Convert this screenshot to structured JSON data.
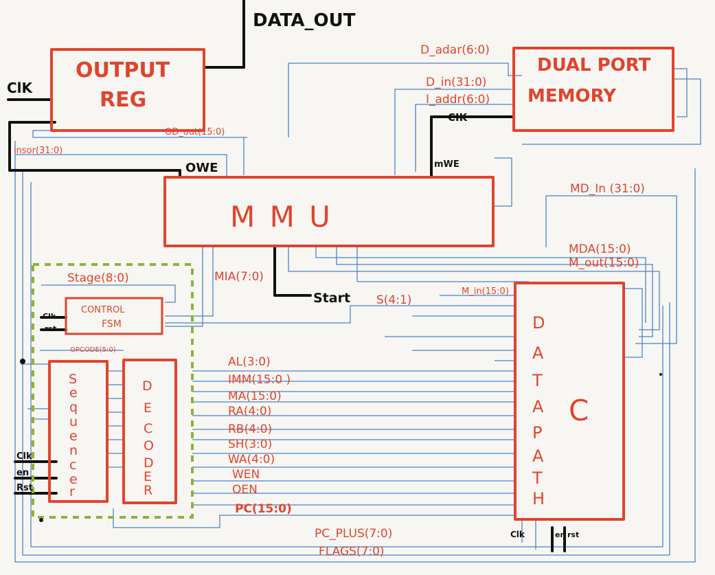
{
  "blocks": {
    "output_reg": [
      "OUTPUT",
      "REG"
    ],
    "dual_port_memory": [
      "DUAL PORT",
      "MEMORY"
    ],
    "mmu": "M M U",
    "control_fsm": [
      "CONTROL",
      "FSM"
    ],
    "sequencer": [
      "S",
      "e",
      "q",
      "u",
      "e",
      "n",
      "c",
      "e",
      "r"
    ],
    "decoder": [
      "D",
      "E",
      "C",
      "O",
      "D",
      "E",
      "R"
    ],
    "datapath": [
      "D",
      "A",
      "T",
      "A",
      "P",
      "A",
      "T",
      "H"
    ],
    "datapath_c": "C"
  },
  "signals": {
    "data_out": "DATA_OUT",
    "clk_out": "ClK",
    "od_out": "OD_out(15:0)",
    "instr": "insor(31:0)",
    "owe": "OWE",
    "d_addr": "D_adar(6:0)",
    "d_in": "D_in(31:0)",
    "i_addr": "I_addr(6:0)",
    "clk_mem": "CIK",
    "mwe": "mWE",
    "md_in": "MD_In (31:0)",
    "mda": "MDA(15:0)",
    "m_out": "M_out(15:0)",
    "m_in": "M_in(15:0)",
    "mia": "MIA(7:0)",
    "start": "Start",
    "s": "S(4:1)",
    "stage": "Stage(8:0)",
    "opcode": "OPCODE(5:0)",
    "fsm_clk": "Clk",
    "fsm_rst": "rst",
    "al": "AL(3:0)",
    "imm": "IMM(15:0 )",
    "ma": "MA(15:0)",
    "ra": "RA(4:0)",
    "rb": "RB(4:0)",
    "sh": "SH(3:0)",
    "wa": "WA(4:0)",
    "wen": "WEN",
    "oen": "OEN",
    "pc": "PC(15:0)",
    "pc_plus": "PC_PLUS(7:0)",
    "flags": "FLAGS(7:0)",
    "seq_clk": "Clk",
    "seq_en": "en",
    "seq_rst": "Rst",
    "dp_clk": "Clk",
    "dp_en": "en",
    "dp_rst": "rst"
  }
}
